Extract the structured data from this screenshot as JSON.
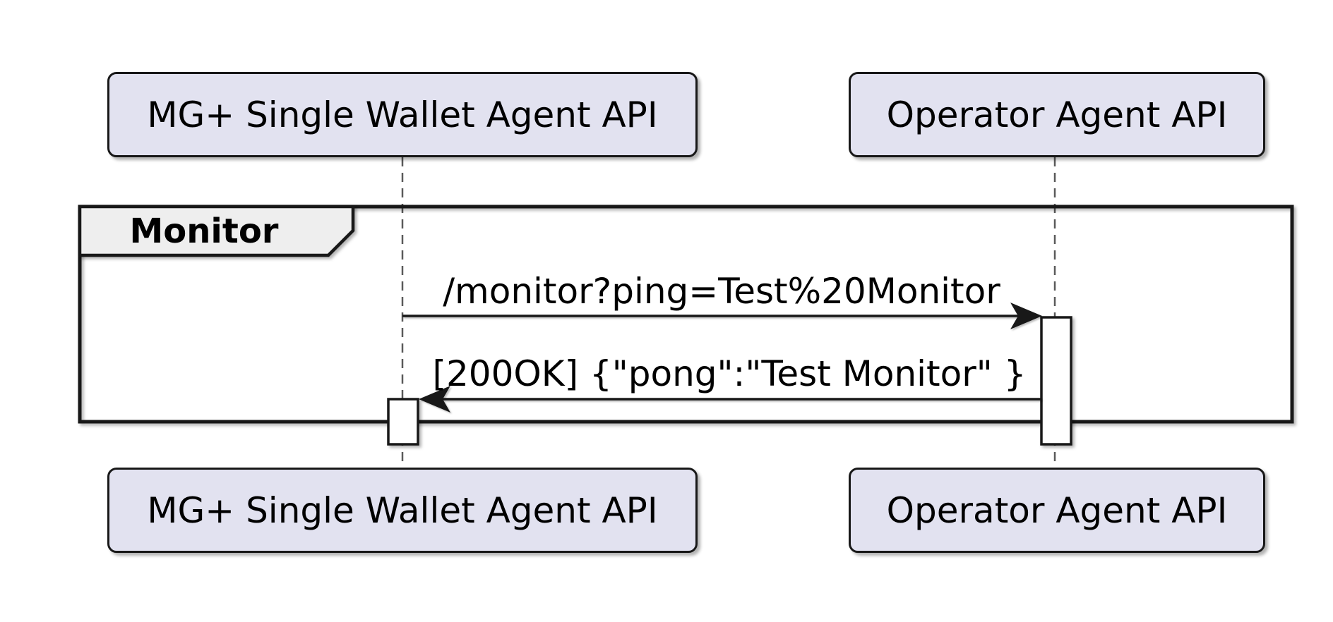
{
  "diagram": {
    "kind": "sequence-diagram",
    "frame_label": "Monitor",
    "participants": [
      {
        "id": "wallet",
        "label": "MG+ Single Wallet Agent API"
      },
      {
        "id": "operator",
        "label": "Operator Agent API"
      }
    ],
    "messages": [
      {
        "from": "wallet",
        "to": "operator",
        "label": "/monitor?ping=Test%20Monitor"
      },
      {
        "from": "operator",
        "to": "wallet",
        "label": "[200OK] {\"pong\":\"Test Monitor\" }"
      }
    ],
    "colors": {
      "background": "#FFFFFF",
      "participant_fill": "#E2E2F0",
      "participant_border": "#181818",
      "frame_border": "#181818",
      "frame_label_fill": "#EEEEEE",
      "line_color": "#181818",
      "lifeline_color": "#5A5A5A",
      "activation_fill": "#FFFFFF"
    }
  }
}
